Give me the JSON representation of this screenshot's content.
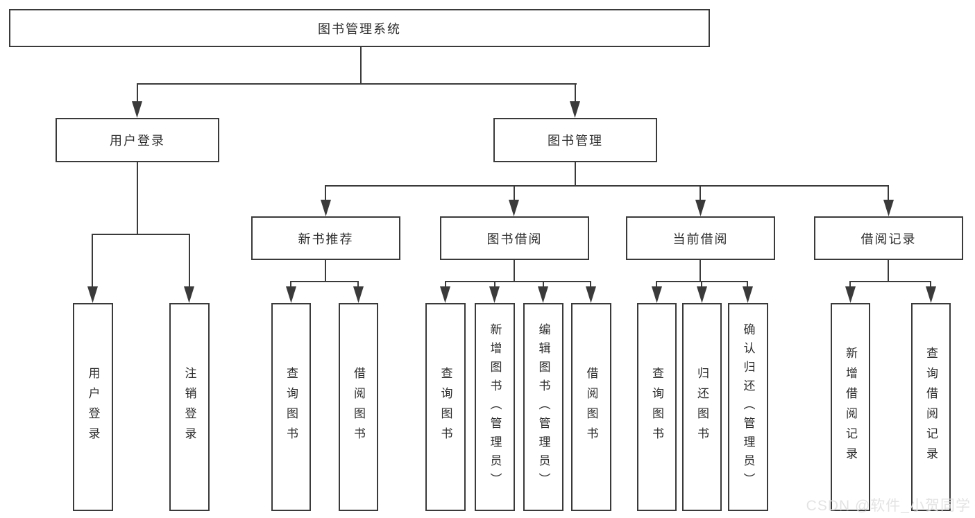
{
  "diagram": {
    "type": "hierarchy-functional-structure",
    "colors": {
      "background": "#ffffff",
      "line": "#3a3a3a",
      "box_border": "#3a3a3a",
      "text": "#2e2e2e",
      "watermark": "#dfdfdf"
    }
  },
  "tree": {
    "root": {
      "label": "图书管理系统"
    },
    "branches": [
      {
        "label": "用户登录",
        "children": [
          {
            "label": "用户登录"
          },
          {
            "label": "注销登录"
          }
        ]
      },
      {
        "label": "图书管理",
        "children": [
          {
            "label": "新书推荐",
            "children": [
              {
                "label": "查询图书"
              },
              {
                "label": "借阅图书"
              }
            ]
          },
          {
            "label": "图书借阅",
            "children": [
              {
                "label": "查询图书"
              },
              {
                "label": "新增图书（管理员）"
              },
              {
                "label": "编辑图书（管理员）"
              },
              {
                "label": "借阅图书"
              }
            ]
          },
          {
            "label": "当前借阅",
            "children": [
              {
                "label": "查询图书"
              },
              {
                "label": "归还图书"
              },
              {
                "label": "确认归还（管理员）"
              }
            ]
          },
          {
            "label": "借阅记录",
            "children": [
              {
                "label": "新增借阅记录"
              },
              {
                "label": "查询借阅记录"
              }
            ]
          }
        ]
      }
    ]
  },
  "watermark": {
    "text": "CSDN @软件_小贺同学"
  }
}
